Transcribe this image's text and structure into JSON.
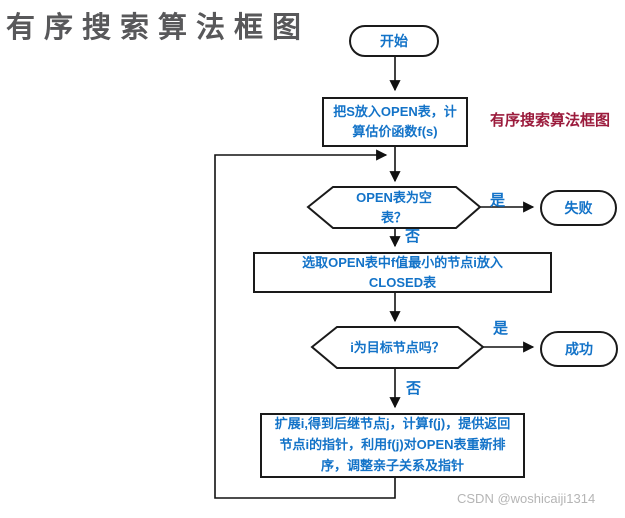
{
  "title": "有序搜索算法框图",
  "side_label": "有序搜索算法框图",
  "watermark": "CSDN @woshicaiji1314",
  "colors": {
    "text_blue": "#1373c8",
    "side_label_red": "#9b1b3c",
    "title_gray": "#58585a",
    "watermark_gray": "#b5b5b5",
    "shape_border": "#1a1a1a"
  },
  "flowchart": {
    "start": "开始",
    "step_init": "把S放入OPEN表，计\n算估价函数f(s)",
    "decision_open_empty": "OPEN表为空\n表？",
    "label_yes_1": "是",
    "label_no_1": "否",
    "terminal_fail": "失败",
    "step_select": "选取OPEN表中f值最小的节点i放入\nCLOSED表",
    "decision_goal": "i为目标节点吗？",
    "label_yes_2": "是",
    "label_no_2": "否",
    "terminal_success": "成功",
    "step_expand": "扩展i,得到后继节点j，计算f(j)，提供返回\n节点i的指针，利用f(j)对OPEN表重新排\n序，调整亲子关系及指针"
  }
}
